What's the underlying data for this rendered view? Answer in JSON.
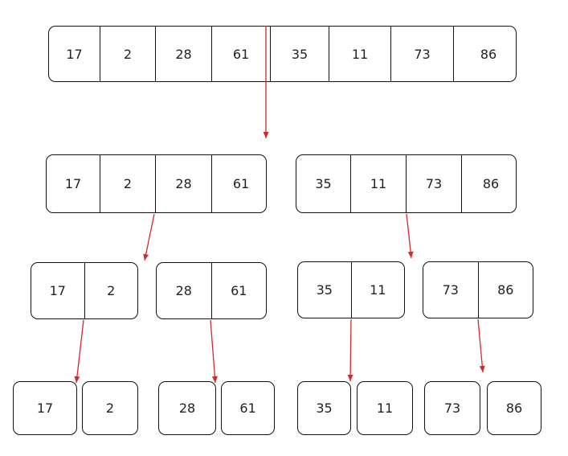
{
  "diagram": {
    "levels": [
      {
        "arrays": [
          [
            "17",
            "2",
            "28",
            "61",
            "35",
            "11",
            "73",
            "86"
          ]
        ]
      },
      {
        "arrays": [
          [
            "17",
            "2",
            "28",
            "61"
          ],
          [
            "35",
            "11",
            "73",
            "86"
          ]
        ]
      },
      {
        "arrays": [
          [
            "17",
            "2"
          ],
          [
            "28",
            "61"
          ],
          [
            "35",
            "11"
          ],
          [
            "73",
            "86"
          ]
        ]
      },
      {
        "arrays": [
          [
            "17"
          ],
          [
            "2"
          ],
          [
            "28"
          ],
          [
            "61"
          ],
          [
            "35"
          ],
          [
            "11"
          ],
          [
            "73"
          ],
          [
            "86"
          ]
        ]
      }
    ],
    "arrow_color": "#d02a2a",
    "border_color": "#111111"
  }
}
